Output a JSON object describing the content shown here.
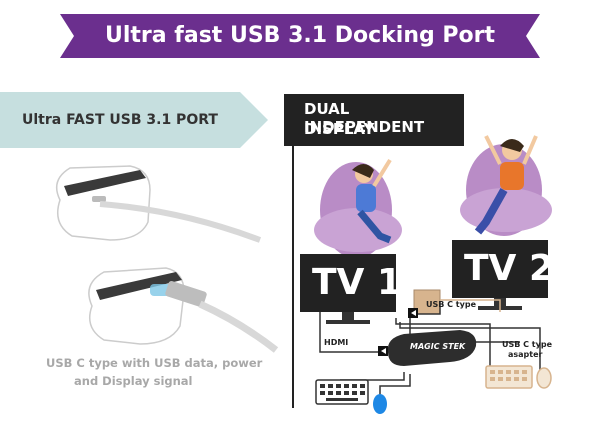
{
  "banner": {
    "title": "Ultra fast USB 3.1 Docking Port"
  },
  "left_panel": {
    "heading": "Ultra FAST USB 3.1 PORT",
    "caption_line1": "USB C type with USB data, power",
    "caption_line2": "and Display signal"
  },
  "right_panel": {
    "heading_line1": "DUAL INDEPENDENT",
    "heading_line2": "DISPLAY",
    "tv1_label": "TV 1",
    "tv2_label": "TV 2",
    "hdmi_label": "HDMI",
    "usbc_label": "USB C type",
    "usbc_adapter_line1": "USB C type",
    "usbc_adapter_line2": "asapter",
    "brand_label": "MAGIC STEK"
  },
  "colors": {
    "banner_purple": "#6b2f8e",
    "panel_teal": "#c6dfdf",
    "chair_purple": "#b98cc6",
    "dark": "#222222",
    "caption_gray": "#a8a8a8"
  }
}
